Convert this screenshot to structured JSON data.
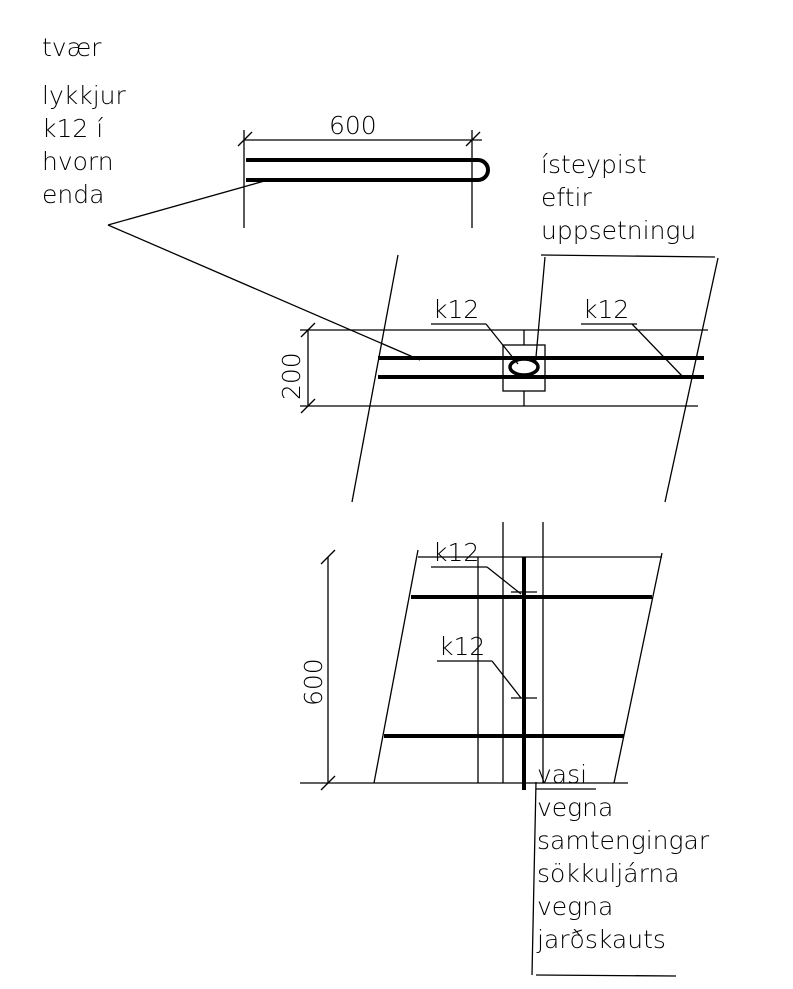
{
  "labels": {
    "loops_note": [
      "tvær",
      "lykkjur",
      "k12 í",
      "hvorn",
      "enda"
    ],
    "cast_note": [
      "ísteypist",
      "eftir",
      "uppsetningu"
    ],
    "k12_a": "k12",
    "k12_b": "k12",
    "k12_c": "k12",
    "k12_d": "k12",
    "bottom_note": [
      "vasi",
      "vegna",
      "samtengingar",
      "sökkuljárna",
      "vegna",
      "jarðskauts"
    ]
  },
  "dimensions": {
    "top_width": "600",
    "beam_height": "200",
    "section_height": "600"
  }
}
